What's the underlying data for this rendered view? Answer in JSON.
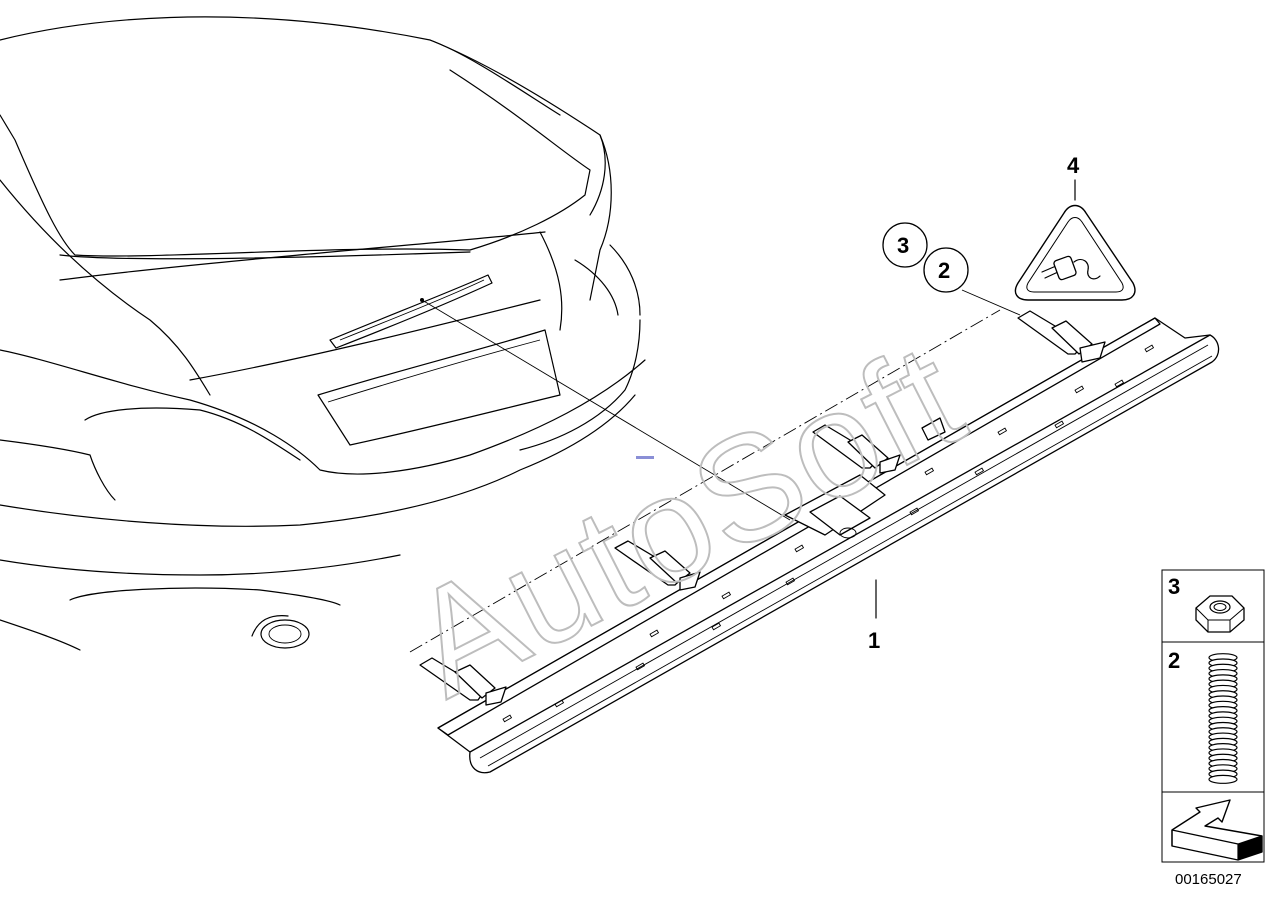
{
  "callouts": [
    {
      "id": "1",
      "label": "1"
    },
    {
      "id": "2",
      "label": "2"
    },
    {
      "id": "3",
      "label": "3"
    },
    {
      "id": "4",
      "label": "4"
    }
  ],
  "legend": [
    {
      "label": "3",
      "icon": "hex-nut-icon"
    },
    {
      "label": "2",
      "icon": "spring-icon"
    },
    {
      "label": "",
      "icon": "arrow-icon"
    }
  ],
  "warning_icon": "electrical-connector-warning-icon",
  "watermark": "AutoSoft",
  "diagram_code": "00165027"
}
